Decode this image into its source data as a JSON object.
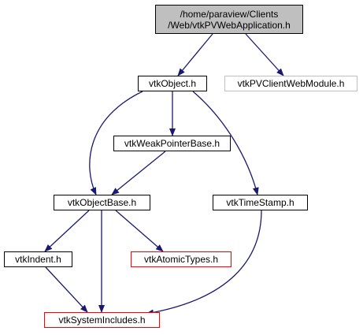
{
  "colors": {
    "edge": "#191970",
    "root_fill": "#bfbfbf",
    "node_border": "#000000",
    "missing_border": "#ff0000",
    "external_border": "#bfbfbf"
  },
  "nodes": [
    {
      "id": "root",
      "label": "/home/paraview/Clients\n/Web/vtkPVWebApplication.h"
    },
    {
      "id": "vtkObject",
      "label": "vtkObject.h"
    },
    {
      "id": "vtkPVClientWebModule",
      "label": "vtkPVClientWebModule.h"
    },
    {
      "id": "vtkWeakPointerBase",
      "label": "vtkWeakPointerBase.h"
    },
    {
      "id": "vtkObjectBase",
      "label": "vtkObjectBase.h"
    },
    {
      "id": "vtkTimeStamp",
      "label": "vtkTimeStamp.h"
    },
    {
      "id": "vtkIndent",
      "label": "vtkIndent.h"
    },
    {
      "id": "vtkAtomicTypes",
      "label": "vtkAtomicTypes.h"
    },
    {
      "id": "vtkSystemIncludes",
      "label": "vtkSystemIncludes.h"
    }
  ],
  "edges": [
    [
      "root",
      "vtkObject"
    ],
    [
      "root",
      "vtkPVClientWebModule"
    ],
    [
      "vtkObject",
      "vtkWeakPointerBase"
    ],
    [
      "vtkObject",
      "vtkObjectBase"
    ],
    [
      "vtkObject",
      "vtkTimeStamp"
    ],
    [
      "vtkWeakPointerBase",
      "vtkObjectBase"
    ],
    [
      "vtkObjectBase",
      "vtkIndent"
    ],
    [
      "vtkObjectBase",
      "vtkAtomicTypes"
    ],
    [
      "vtkObjectBase",
      "vtkSystemIncludes"
    ],
    [
      "vtkIndent",
      "vtkSystemIncludes"
    ],
    [
      "vtkTimeStamp",
      "vtkSystemIncludes"
    ]
  ]
}
